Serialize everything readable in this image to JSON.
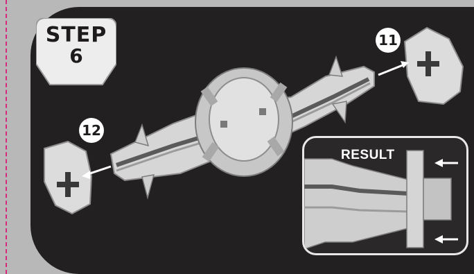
{
  "step_badge": {
    "line1": "STEP",
    "line2": "6"
  },
  "parts": {
    "label_11": "11",
    "label_12": "12"
  },
  "result": {
    "label": "RESULT"
  },
  "colors": {
    "page_background": "#b9b8b9",
    "panel": "#232021",
    "part_grey": "#d9d9d9",
    "dashed_rule": "#d8287b",
    "arrow": "#ffffff"
  },
  "icons": [
    "step-badge-shape",
    "arrow-icon",
    "cross-slot-icon"
  ]
}
